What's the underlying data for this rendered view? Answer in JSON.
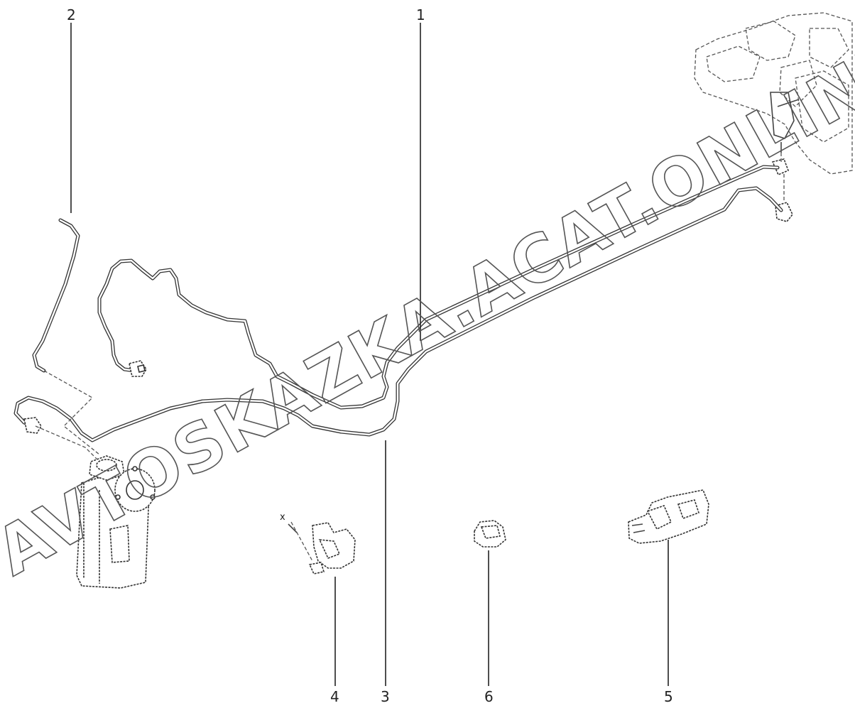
{
  "callouts": {
    "c1": "1",
    "c2": "2",
    "c3": "3",
    "c4": "4",
    "c5": "5",
    "c6": "6"
  },
  "screw_marker": "x",
  "watermark": "AVTOSKAZKA.ACAT.ONLINE",
  "icons": {
    "canister": "evap-canister-icon",
    "valve": "purge-valve-icon",
    "clip": "pipe-clip-icon",
    "bracket": "clip-bracket-icon",
    "grommet": "grommet-icon",
    "engine": "engine-block-icon"
  }
}
